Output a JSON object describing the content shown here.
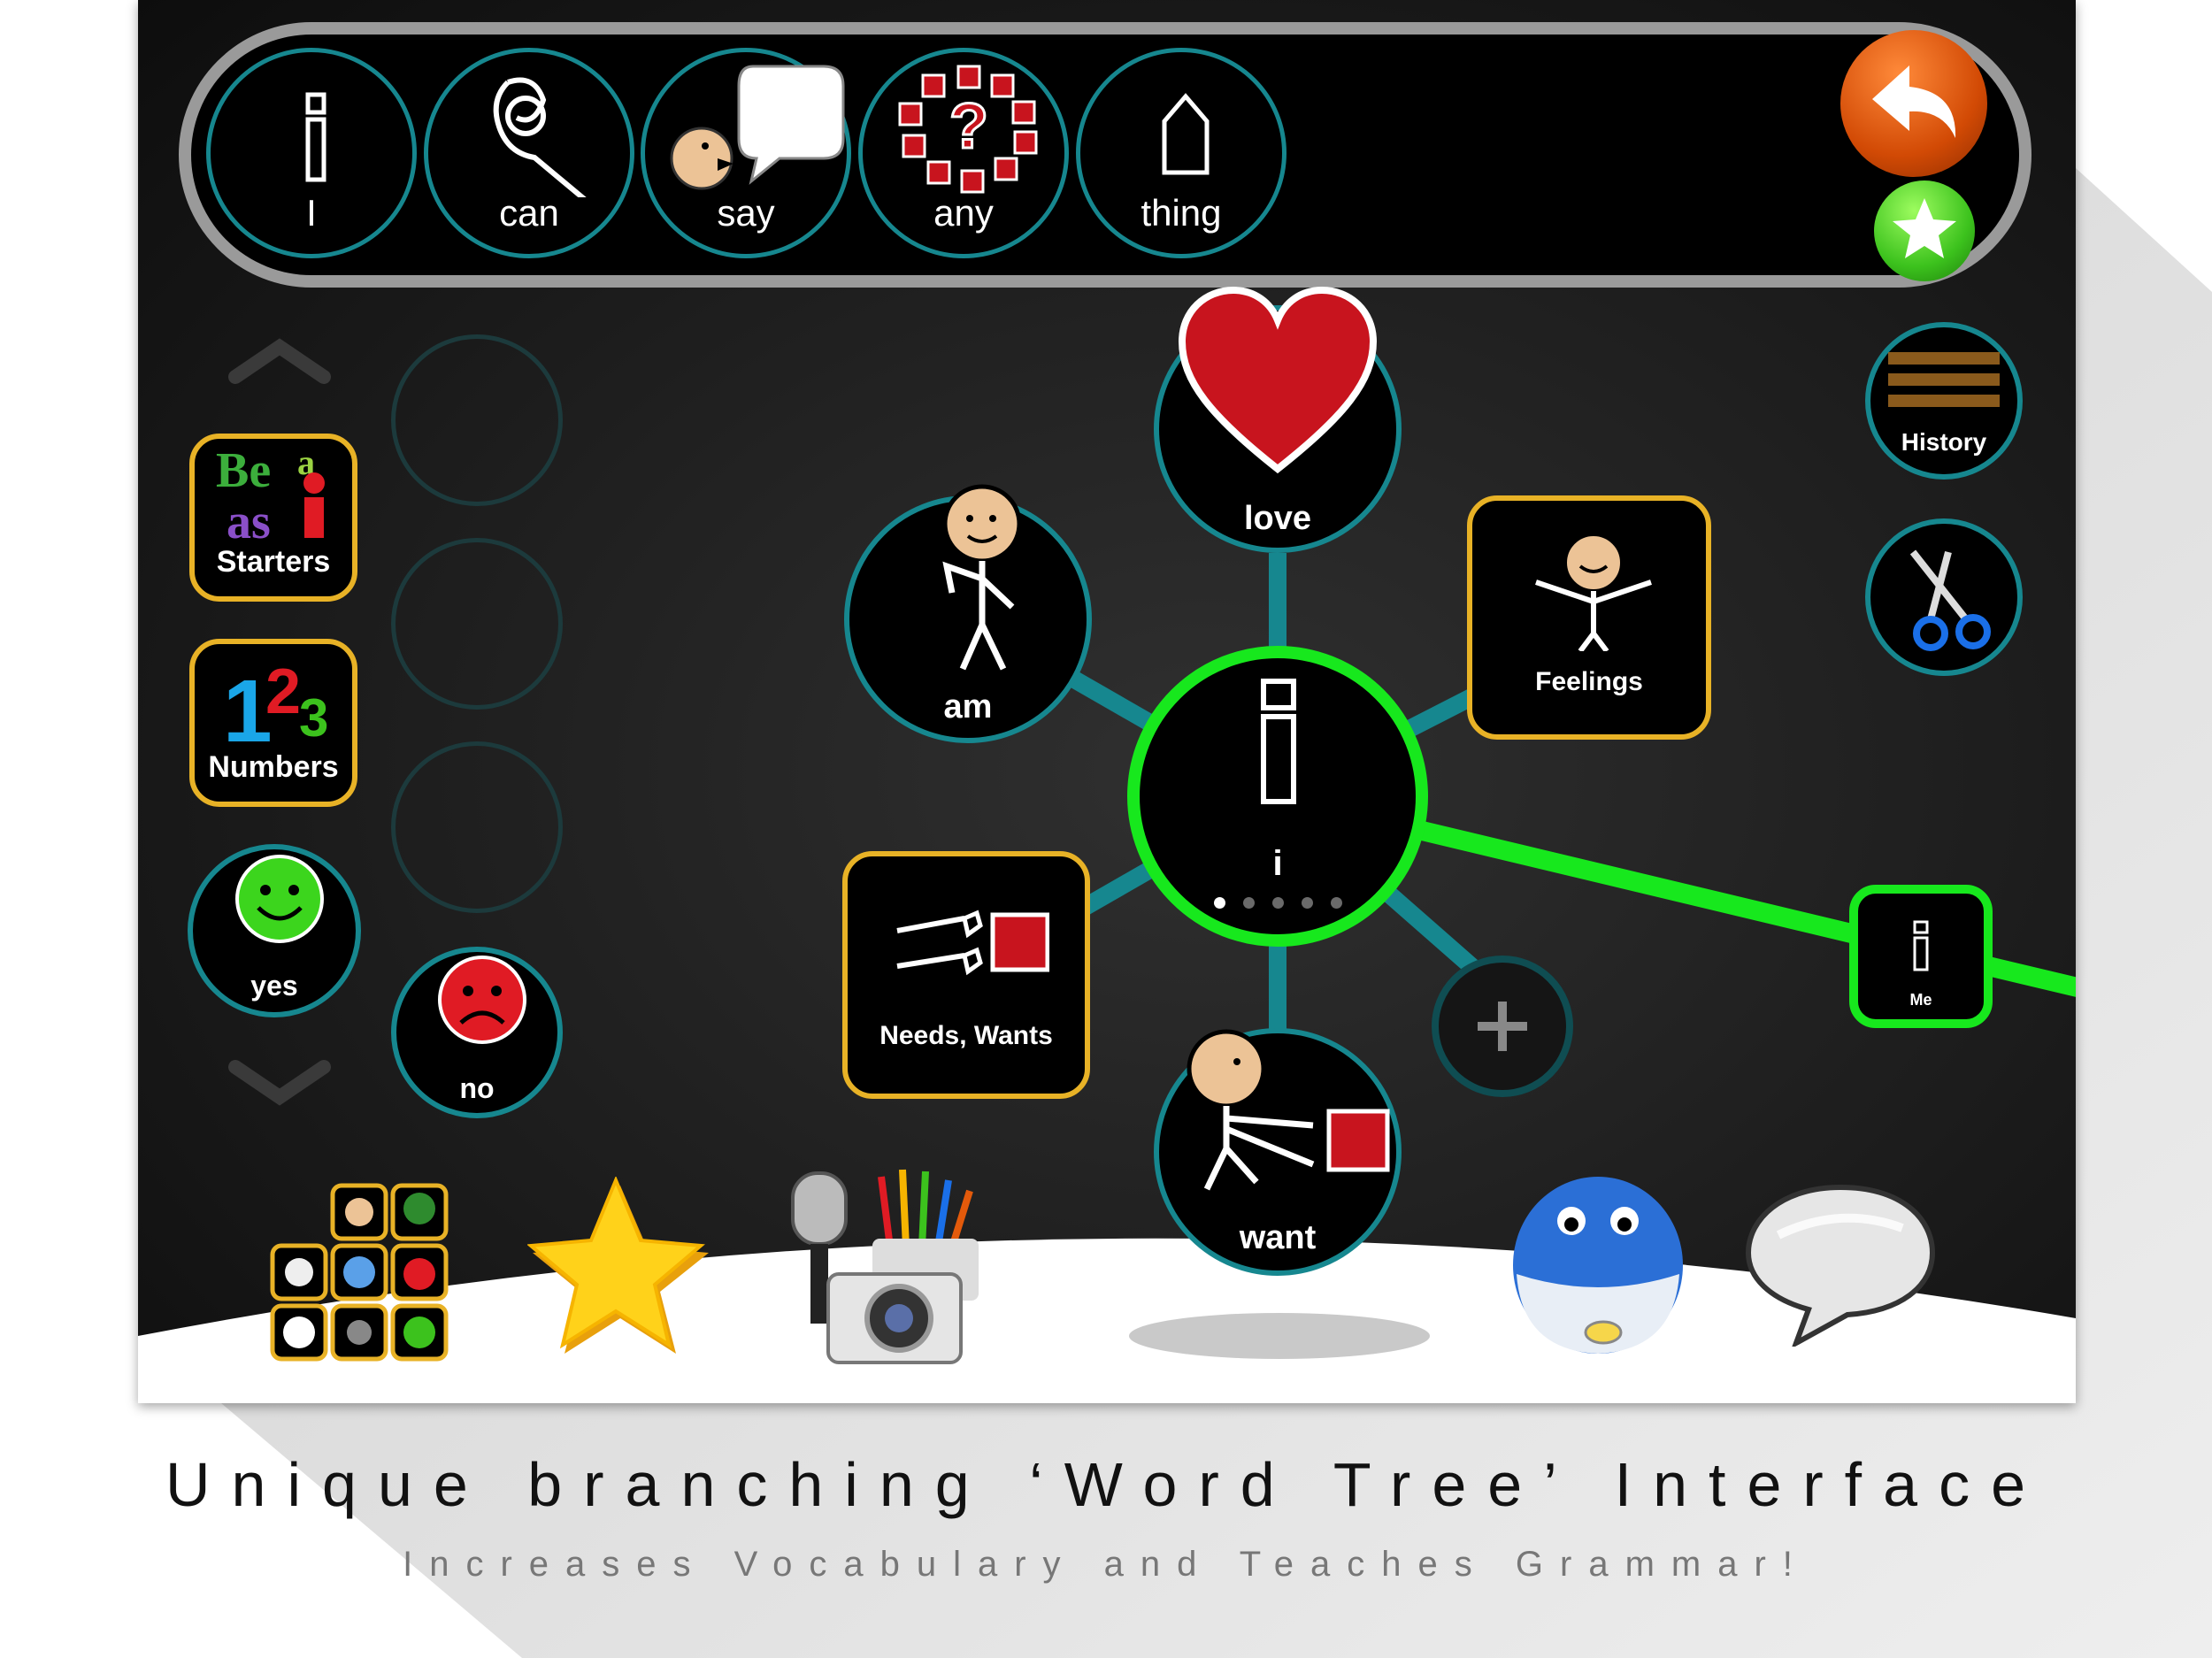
{
  "sentence_bar": {
    "words": [
      {
        "label": "I",
        "icon": "letter-i-icon"
      },
      {
        "label": "can",
        "icon": "hand-sign-icon"
      },
      {
        "label": "say",
        "icon": "speech-icon"
      },
      {
        "label": "any",
        "icon": "question-icon"
      },
      {
        "label": "thing",
        "icon": "thing-icon"
      }
    ],
    "undo_icon": "undo-arrow-icon",
    "favorite_icon": "star-icon"
  },
  "left_panel": {
    "categories": [
      {
        "label": "Starters",
        "icon": "starters-icon"
      },
      {
        "label": "Numbers",
        "icon": "numbers-icon"
      }
    ],
    "yes_label": "yes",
    "no_label": "no"
  },
  "right_panel": {
    "history_label": "History",
    "scissors_icon": "scissors-icon"
  },
  "word_tree": {
    "center_label": "i",
    "page_count": 5,
    "current_page": 1,
    "branches": {
      "love": "love",
      "am": "am",
      "feelings": "Feelings",
      "needs": "Needs, Wants",
      "want": "want",
      "me": "Me"
    },
    "add_icon": "plus-icon"
  },
  "dock": {
    "items": [
      "symbol-grid-icon",
      "star-icon",
      "media-tools-icon",
      "robot-icon",
      "speech-bubble-icon"
    ]
  },
  "caption": {
    "title": "Unique branching ‘Word Tree’ Interface",
    "subtitle": "Increases Vocabulary and Teaches Grammar!"
  },
  "colors": {
    "teal": "#16878f",
    "green": "#17e81d",
    "gold": "#e8b226",
    "heart": "#c8141e",
    "orange": "#e35a0b"
  }
}
